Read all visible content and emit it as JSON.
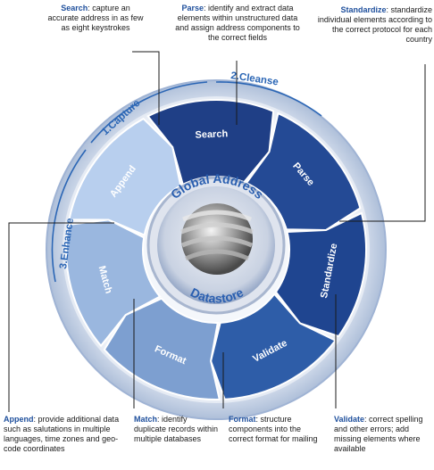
{
  "diagram": {
    "core": {
      "line1": "Global Address",
      "line2": "Datastore"
    },
    "phases": [
      {
        "id": "capture",
        "label": "1.Capture"
      },
      {
        "id": "cleanse",
        "label": "2.Cleanse"
      },
      {
        "id": "enhance",
        "label": "3.Enhance"
      }
    ],
    "segments": [
      {
        "id": "search",
        "label": "Search",
        "color": "#1f3f86"
      },
      {
        "id": "parse",
        "label": "Parse",
        "color": "#244a95"
      },
      {
        "id": "standardize",
        "label": "Standardize",
        "color": "#1f4590"
      },
      {
        "id": "validate",
        "label": "Validate",
        "color": "#2e5da8"
      },
      {
        "id": "format",
        "label": "Format",
        "color": "#7d9fd0"
      },
      {
        "id": "match",
        "label": "Match",
        "color": "#9ab7df"
      },
      {
        "id": "append",
        "label": "Append",
        "color": "#b8cfee"
      }
    ],
    "callouts": {
      "search": {
        "title": "Search",
        "text": ": capture an accurate address in as few as eight keystrokes"
      },
      "parse": {
        "title": "Parse",
        "text": ": identify and extract data elements within unstructured data and assign address components to the correct fields"
      },
      "standardize": {
        "title": "Standardize",
        "text": ": standardize individual elements according to the correct protocol for each country"
      },
      "append": {
        "title": "Append",
        "text": ": provide additional data such as salutations in multiple languages, time zones and geo-code coordinates"
      },
      "match": {
        "title": "Match",
        "text": ": identify duplicate records within multiple databases"
      },
      "format": {
        "title": "Format",
        "text": ": structure components into the correct format for mailing"
      },
      "validate": {
        "title": "Validate",
        "text": ": correct spelling and other errors; add missing elements where available"
      }
    }
  }
}
